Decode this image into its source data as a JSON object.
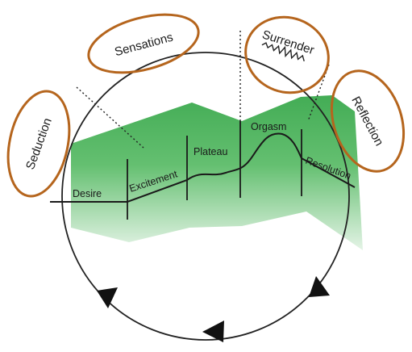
{
  "ovals": [
    {
      "key": "sensations",
      "label": "Sensations"
    },
    {
      "key": "seduction",
      "label": "Seduction"
    },
    {
      "key": "surrender",
      "label": "Surrender"
    },
    {
      "key": "reflection",
      "label": "Reflection"
    }
  ],
  "phases": [
    {
      "key": "desire",
      "label": "Desire"
    },
    {
      "key": "excitement",
      "label": "Excitement"
    },
    {
      "key": "plateau",
      "label": "Plateau"
    },
    {
      "key": "orgasm",
      "label": "Orgasm"
    },
    {
      "key": "resolution",
      "label": "Resolution"
    }
  ],
  "colors": {
    "band": "#45b056",
    "band_light": "#d7eed9",
    "oval_stroke": "#b5651d",
    "line": "#222222"
  }
}
